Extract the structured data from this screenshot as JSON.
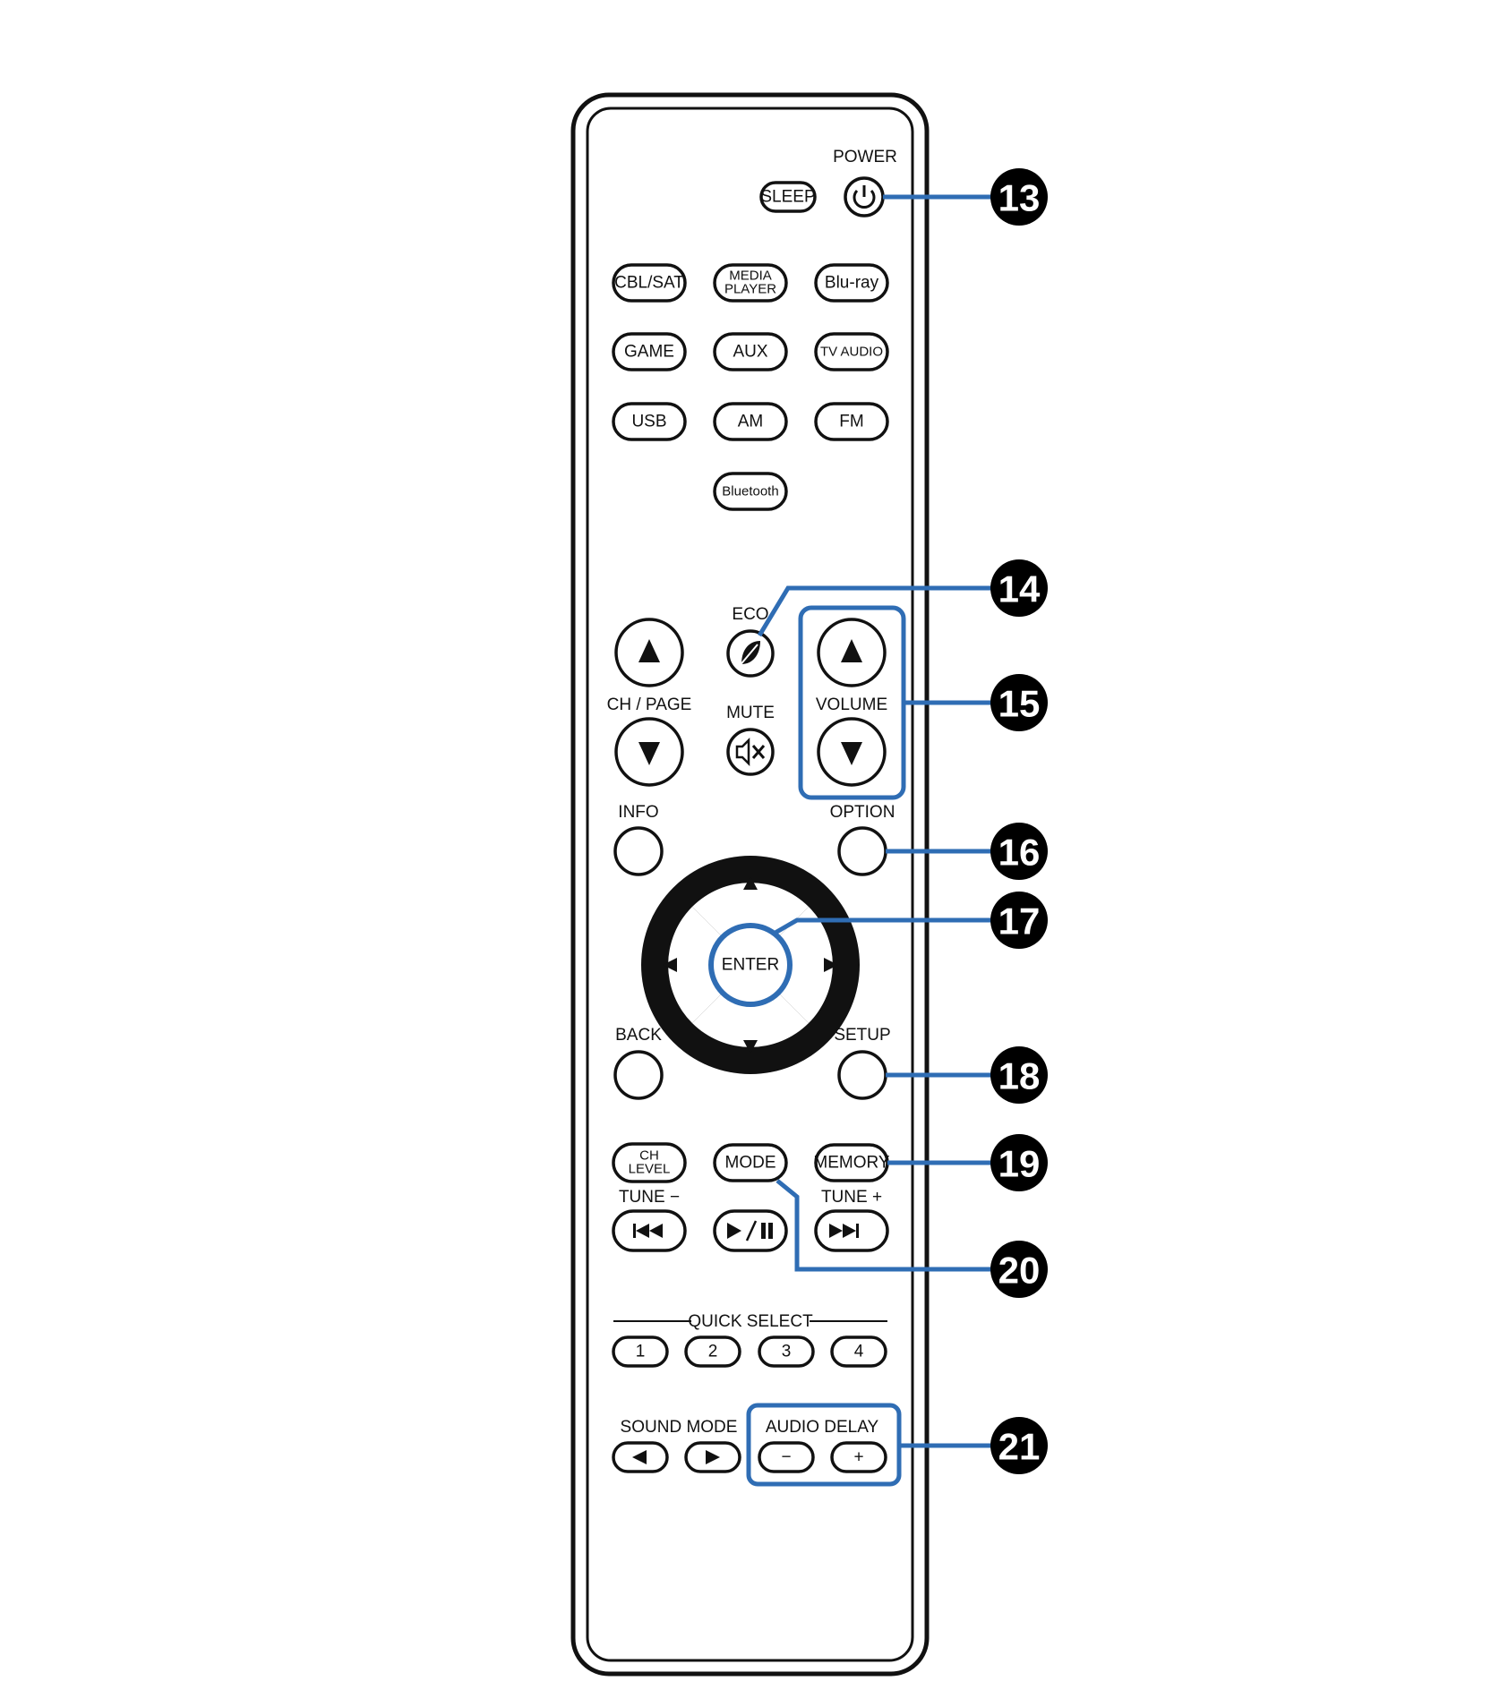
{
  "remote": {
    "power_label": "POWER",
    "sleep_label": "SLEEP",
    "source_buttons": [
      "CBL/SAT",
      "MEDIA PLAYER",
      "Blu-ray",
      "GAME",
      "AUX",
      "TV AUDIO",
      "USB",
      "AM",
      "FM",
      "Bluetooth"
    ],
    "media_player_line1": "MEDIA",
    "media_player_line2": "PLAYER",
    "eco_label": "ECO",
    "ch_page_label": "CH / PAGE",
    "mute_label": "MUTE",
    "volume_label": "VOLUME",
    "info_label": "INFO",
    "option_label": "OPTION",
    "enter_label": "ENTER",
    "back_label": "BACK",
    "setup_label": "SETUP",
    "ch_level_line1": "CH",
    "ch_level_line2": "LEVEL",
    "mode_label": "MODE",
    "memory_label": "MEMORY",
    "tune_minus_label": "TUNE −",
    "tune_plus_label": "TUNE +",
    "quick_select_label": "QUICK SELECT",
    "quick_select_buttons": [
      "1",
      "2",
      "3",
      "4"
    ],
    "sound_mode_label": "SOUND MODE",
    "audio_delay_label": "AUDIO DELAY",
    "audio_delay_minus": "−",
    "audio_delay_plus": "+"
  },
  "callouts": [
    "13",
    "14",
    "15",
    "16",
    "17",
    "18",
    "19",
    "20",
    "21"
  ],
  "colors": {
    "callout_line": "#2f6db4",
    "callout_badge": "#000000",
    "outline": "#111111"
  }
}
